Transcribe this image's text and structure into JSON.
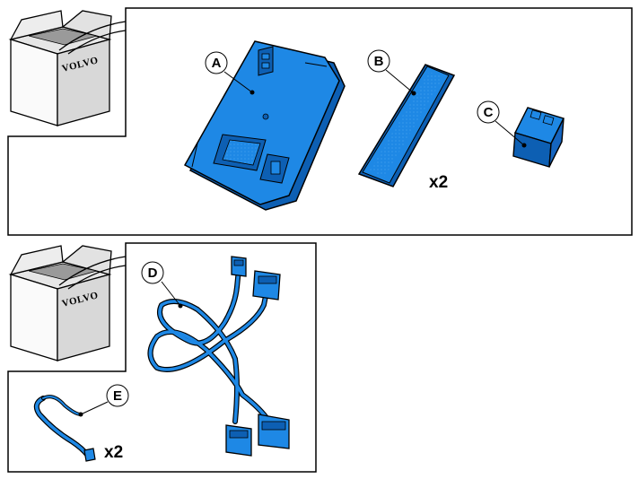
{
  "panels": [
    {
      "box_brand": "VOLVO",
      "callouts": [
        "A",
        "B",
        "C"
      ],
      "quantity": "x2"
    },
    {
      "box_brand": "VOLVO",
      "callouts": [
        "D",
        "E"
      ],
      "quantity": "x2"
    }
  ],
  "colors": {
    "part_fill": "#1e88e5",
    "part_shade": "#0d5fb3",
    "outline": "#000000",
    "box_fill": "#f0f0f0"
  },
  "icons": [
    "package-box-icon",
    "control-module-icon",
    "adhesive-strip-icon",
    "connector-plug-icon",
    "wiring-harness-icon",
    "cable-tie-icon"
  ]
}
